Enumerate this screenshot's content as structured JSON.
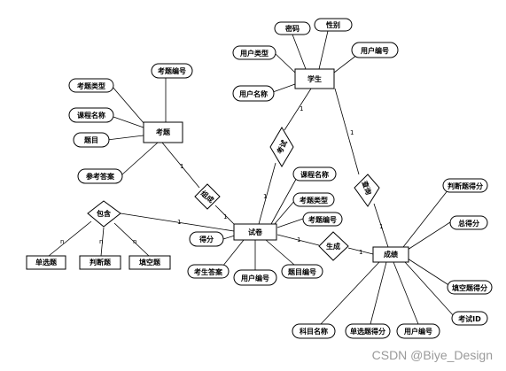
{
  "entities": {
    "student": "学生",
    "question": "考题",
    "paper": "试卷",
    "score": "成绩",
    "single_choice": "单选题",
    "judgment": "判断题",
    "fill_blank": "填空题"
  },
  "relationships": {
    "exam": "考试",
    "compose": "组成",
    "generate": "生成",
    "contain": "包含",
    "query": "查询"
  },
  "attributes": {
    "student": {
      "password": "密码",
      "gender": "性别",
      "user_type": "用户类型",
      "user_id": "用户编号",
      "user_name": "用户名称"
    },
    "question": {
      "question_id": "考题编号",
      "question_type": "考题类型",
      "course_name": "课程名称",
      "title": "题目",
      "ref_answer": "参考答案"
    },
    "paper": {
      "course_name": "课程名称",
      "question_type": "考题类型",
      "question_id": "考题编号",
      "score": "得分",
      "student_answer": "考生答案",
      "user_id": "用户编号",
      "title_id": "题目编号"
    },
    "score": {
      "judgment_score": "判断题得分",
      "total_score": "总得分",
      "fill_blank_score": "填空题得分",
      "exam_id": "考试ID",
      "subject_name": "科目名称",
      "single_choice_score": "单选题得分",
      "user_id": "用户编号"
    }
  },
  "cardinality": {
    "one": "1",
    "many": "n"
  },
  "watermark": "CSDN @Biye_Design"
}
